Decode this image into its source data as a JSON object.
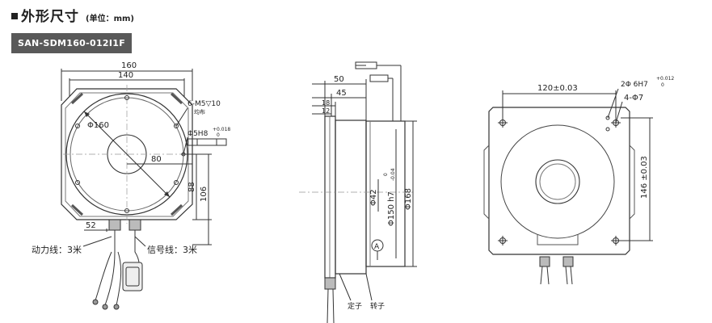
{
  "header": {
    "title": "外形尺寸",
    "unit": "(单位：mm)"
  },
  "model": "SAN-SDM160-012I1F",
  "front_view": {
    "dim_width_outer": "160",
    "dim_width_inner": "140",
    "dim_circle": "Φ160",
    "dim_hole": "6-M5▽10",
    "dim_hole_note": "均布",
    "dim_pin": "Φ5H8",
    "dim_pin_tol_upper": "+0.018",
    "dim_pin_tol_lower": "0",
    "dim_offset": "80",
    "dim_height_88": "88",
    "dim_height_106": "106",
    "dim_52": "52",
    "label_power": "动力线：3米",
    "label_signal": "信号线：3米"
  },
  "side_view": {
    "dim_50": "50",
    "dim_45": "45",
    "dim_18": "18",
    "dim_12": "12",
    "dim_d42": "Φ42",
    "dim_d150": "Φ150 h7",
    "dim_d150_tol_upper": "0",
    "dim_d150_tol_lower": "-0.04",
    "dim_d168": "Φ168",
    "datum": "A",
    "label_stator": "定子",
    "label_rotor": "转子"
  },
  "back_view": {
    "dim_120": "120±0.03",
    "dim_pin": "2Φ 6H7",
    "dim_pin_tol_upper": "+0.012",
    "dim_pin_tol_lower": "0",
    "dim_holes": "4-Φ7",
    "dim_146": "146 ±0.03"
  }
}
